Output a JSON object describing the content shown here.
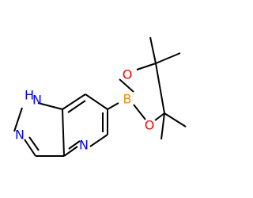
{
  "molecule": {
    "atoms": {
      "n1": {
        "text": "N",
        "color": "#0000FF"
      },
      "h1": {
        "text": "H",
        "color": "#0000FF"
      },
      "n2": {
        "text": "N",
        "color": "#0000FF"
      },
      "n_pyridine": {
        "text": "N",
        "color": "#0000FF"
      },
      "b": {
        "text": "B",
        "color": "#FF8C00"
      },
      "o_top": {
        "text": "O",
        "color": "#FF0000"
      },
      "o_bottom": {
        "text": "O",
        "color": "#FF0000"
      }
    },
    "colors": {
      "bond": "#000000",
      "nitrogen": "#0000FF",
      "boron": "#FF8C00",
      "oxygen": "#FF0000"
    }
  }
}
